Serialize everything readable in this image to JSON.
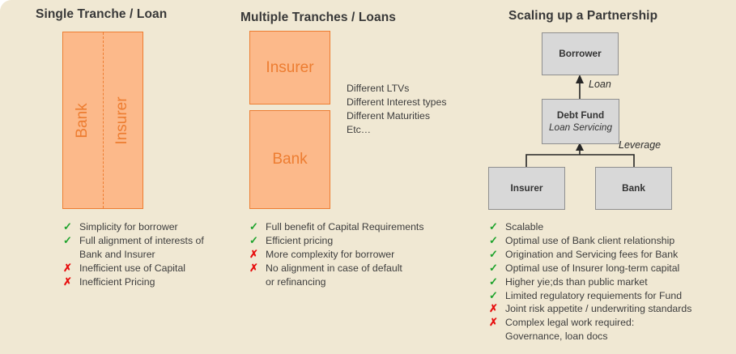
{
  "colors": {
    "background": "#F0E8D3",
    "orange_fill": "#FCB98A",
    "orange_accent": "#ED7D31",
    "gray_fill": "#D8D8D8",
    "gray_border": "#8F8F8F",
    "text_dark": "#3D3D3D",
    "check_green": "#1EA32C",
    "cross_red": "#E70E0E"
  },
  "icons": {
    "check": "✓",
    "cross": "✗"
  },
  "sections": [
    {
      "title": "Single Tranche / Loan",
      "box_labels": {
        "left": "Bank",
        "right": "Insurer"
      },
      "bullets": [
        {
          "mark": "check",
          "text": "Simplicity for borrower"
        },
        {
          "mark": "check",
          "text": "Full alignment of interests of\nBank and Insurer"
        },
        {
          "mark": "cross",
          "text": "Inefficient use of Capital"
        },
        {
          "mark": "cross",
          "text": "Inefficient Pricing"
        }
      ]
    },
    {
      "title": "Multiple Tranches / Loans",
      "boxes": [
        "Insurer",
        "Bank"
      ],
      "side_notes": [
        "Different LTVs",
        "Different Interest types",
        "Different Maturities",
        "Etc…"
      ],
      "bullets": [
        {
          "mark": "check",
          "text": "Full benefit of Capital Requirements"
        },
        {
          "mark": "check",
          "text": "Efficient pricing"
        },
        {
          "mark": "cross",
          "text": "More complexity for borrower"
        },
        {
          "mark": "cross",
          "text": "No alignment in case of default\nor refinancing"
        }
      ]
    },
    {
      "title": "Scaling up a Partnership",
      "diagram": {
        "borrower": "Borrower",
        "debt_fund_title": "Debt Fund",
        "debt_fund_subtitle": "Loan Servicing",
        "insurer": "Insurer",
        "bank": "Bank",
        "loan_label": "Loan",
        "leverage_label": "Leverage"
      },
      "bullets": [
        {
          "mark": "check",
          "text": "Scalable"
        },
        {
          "mark": "check",
          "text": "Optimal use of Bank client relationship"
        },
        {
          "mark": "check",
          "text": "Origination and Servicing fees for Bank"
        },
        {
          "mark": "check",
          "text": "Optimal use of Insurer long-term capital"
        },
        {
          "mark": "check",
          "text": "Higher yie;ds than public market"
        },
        {
          "mark": "check",
          "text": "Limited regulatory requiements for Fund"
        },
        {
          "mark": "cross",
          "text": "Joint risk appetite / underwriting standards"
        },
        {
          "mark": "cross",
          "text": "Complex legal work required:\nGovernance, loan docs"
        }
      ]
    }
  ]
}
